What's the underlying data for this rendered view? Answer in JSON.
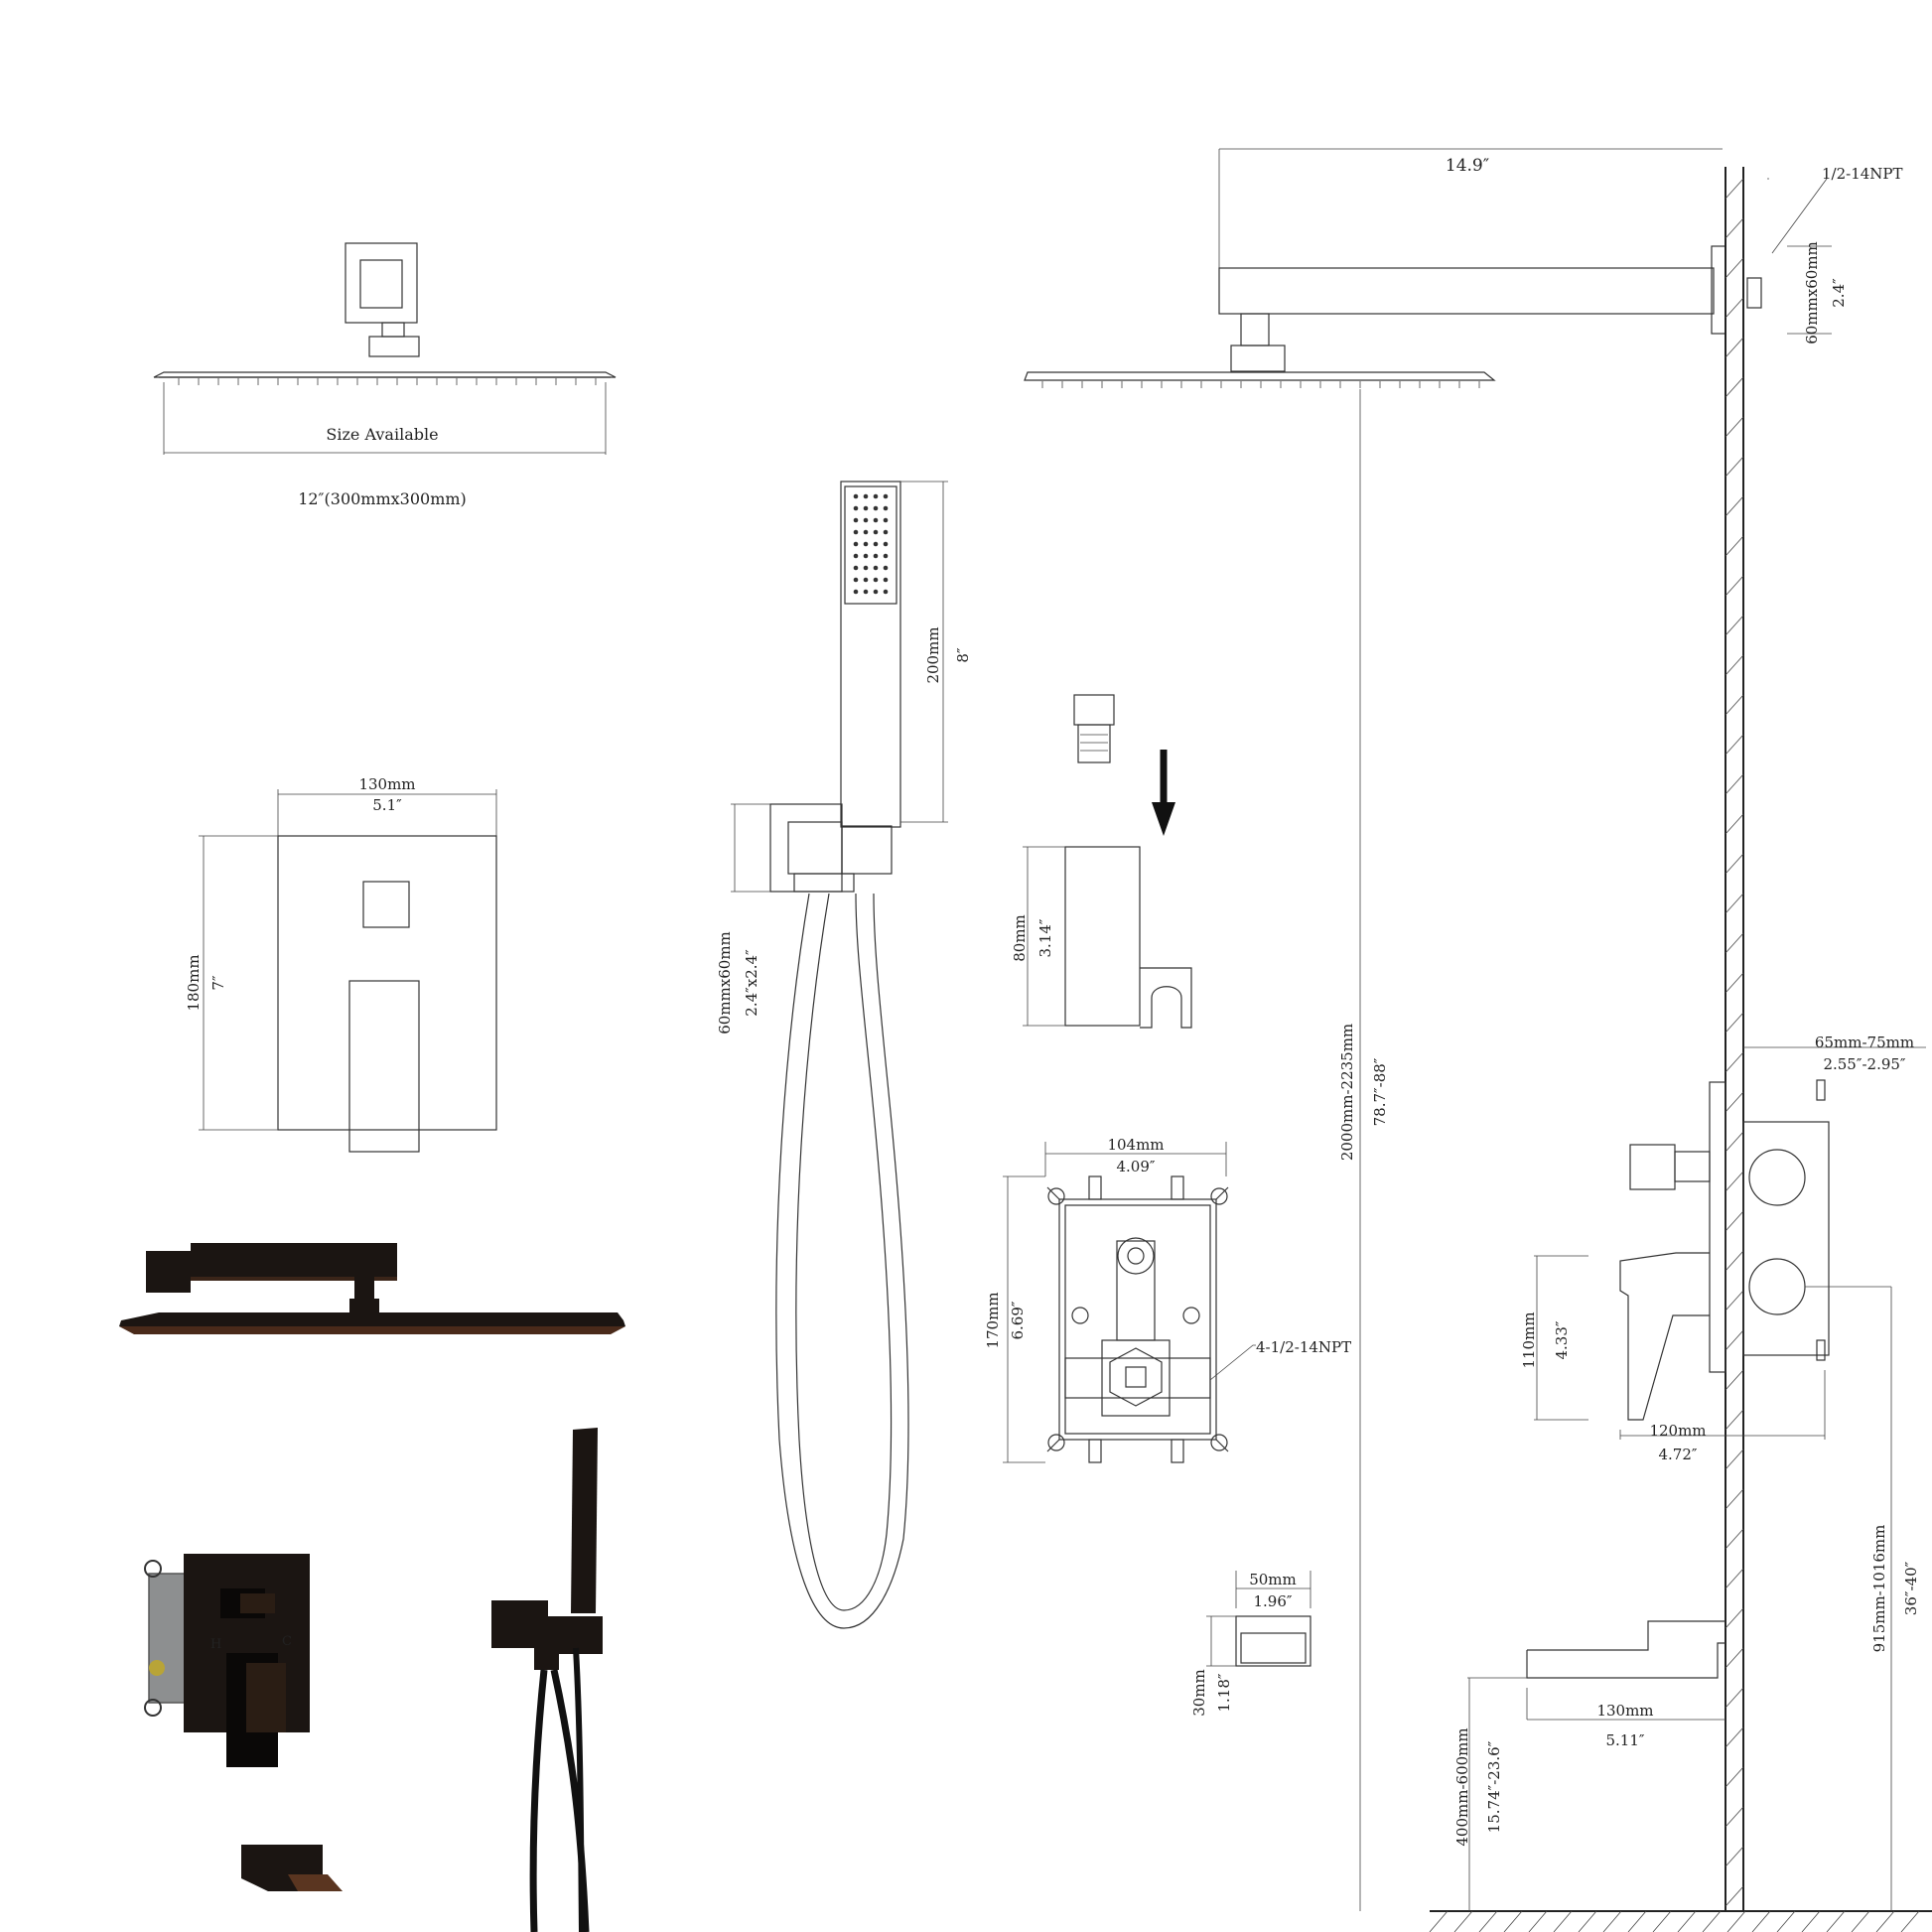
{
  "labels": {
    "size_available": "Size Available",
    "size_12": "12″(300mmx300mm)",
    "arm_length": "14.9″",
    "npt_inlet": "1/2-14NPT",
    "flange_mm": "60mmx60mm",
    "flange_in": "2.4″",
    "handheld_mm": "200mm",
    "handheld_in": "8″",
    "elbow_mm": "60mmx60mm",
    "elbow_in": "2.4″x2.4″",
    "plate_w_mm": "130mm",
    "plate_w_in": "5.1″",
    "plate_h_mm": "180mm",
    "plate_h_in": "7″",
    "holder_mm": "80mm",
    "holder_in": "3.14″",
    "valve_w_mm": "104mm",
    "valve_w_in": "4.09″",
    "valve_h_mm": "170mm",
    "valve_h_in": "6.69″",
    "valve_npt": "4-1/2-14NPT",
    "height_mm": "2000mm-2235mm",
    "height_in": "78.7″-88″",
    "depth_mm": "65mm-75mm",
    "depth_in": "2.55″-2.95″",
    "trim_h_mm": "110mm",
    "trim_h_in": "4.33″",
    "trim_w_mm": "120mm",
    "trim_w_in": "4.72″",
    "spout_w_mm": "50mm",
    "spout_w_in": "1.96″",
    "spout_h_mm": "30mm",
    "spout_h_in": "1.18″",
    "spout_l_mm": "130mm",
    "spout_l_in": "5.11″",
    "spout_floor_mm": "400mm-600mm",
    "spout_floor_in": "15.74″-23.6″",
    "valve_floor_mm": "915mm-1016mm",
    "valve_floor_in": "36″-40″",
    "hot_mark": "H",
    "cold_mark": "C"
  },
  "colors": {
    "line": "#333333",
    "finish": "#1b1512",
    "bronze_edge": "#6b3a20",
    "hot": "#c0392b",
    "cold": "#2e86c1"
  },
  "icons": [
    "down-arrow-icon"
  ]
}
